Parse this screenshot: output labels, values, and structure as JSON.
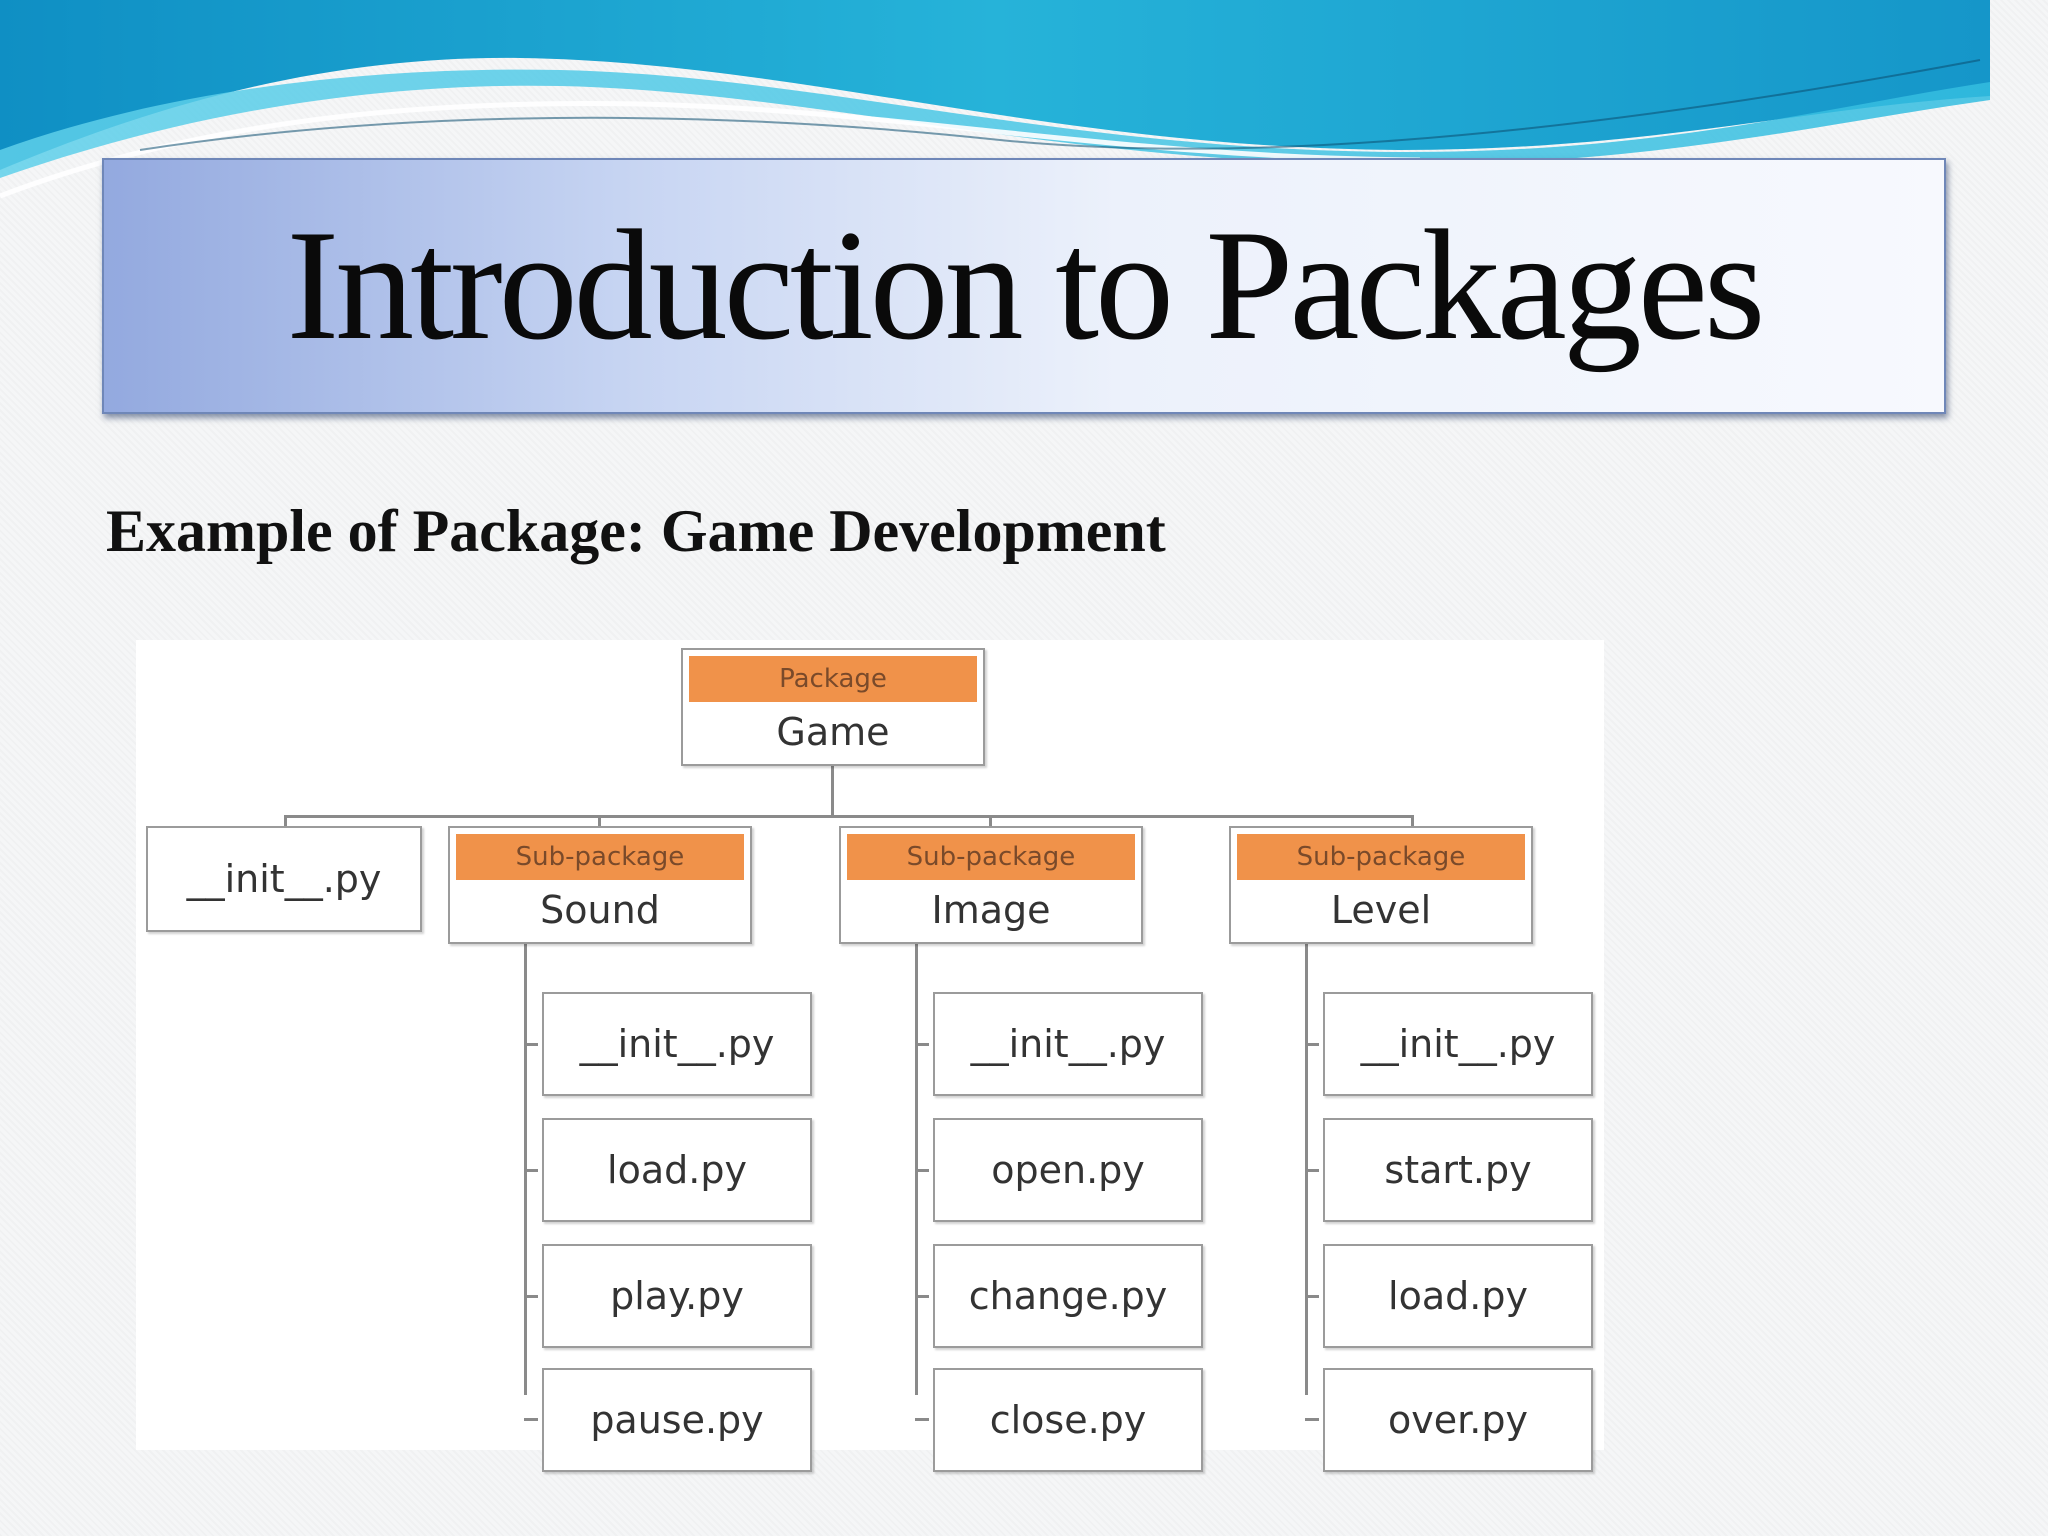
{
  "slide": {
    "title": "Introduction to Packages",
    "subtitle": "Example of Package: Game Development"
  },
  "diagram": {
    "root": {
      "tag": "Package",
      "name": "Game"
    },
    "root_file": "__init__.py",
    "subpackages": [
      {
        "tag": "Sub-package",
        "name": "Sound",
        "files": [
          "__init__.py",
          "load.py",
          "play.py",
          "pause.py"
        ]
      },
      {
        "tag": "Sub-package",
        "name": "Image",
        "files": [
          "__init__.py",
          "open.py",
          "change.py",
          "close.py"
        ]
      },
      {
        "tag": "Sub-package",
        "name": "Level",
        "files": [
          "__init__.py",
          "start.py",
          "load.py",
          "over.py"
        ]
      }
    ]
  },
  "colors": {
    "tag_fill": "#f0924a",
    "title_gradient_start": "#93a9df",
    "banner_teal": "#1fa6cc"
  }
}
